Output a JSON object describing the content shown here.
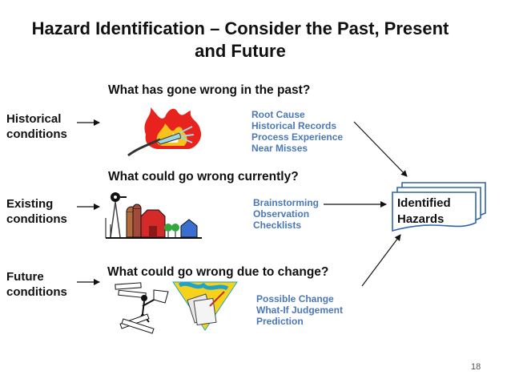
{
  "title_line1": "Hazard Identification – Consider the Past, Present",
  "title_line2": "and Future",
  "rows": [
    {
      "condition_line1": "Historical",
      "condition_line2": "conditions",
      "question": "What has gone wrong in the past?",
      "methods": [
        "Root Cause",
        "Historical Records",
        "Process Experience",
        "Near Misses"
      ]
    },
    {
      "condition_line1": "Existing",
      "condition_line2": "conditions",
      "question": "What could go wrong currently?",
      "methods": [
        "Brainstorming",
        "Observation",
        "Checklists"
      ]
    },
    {
      "condition_line1": "Future",
      "condition_line2": "conditions",
      "question": "What could go wrong due to change?",
      "methods": [
        "Possible Change",
        "What-If Judgement",
        "Prediction"
      ]
    }
  ],
  "result_line1": "Identified",
  "result_line2": "Hazards",
  "page_number": "18",
  "colors": {
    "method_text": "#4a78b8",
    "fire_red": "#e8231d",
    "fire_yellow": "#f6c21b",
    "barn_red": "#d42a2a",
    "document_blue": "#2f64b0"
  }
}
